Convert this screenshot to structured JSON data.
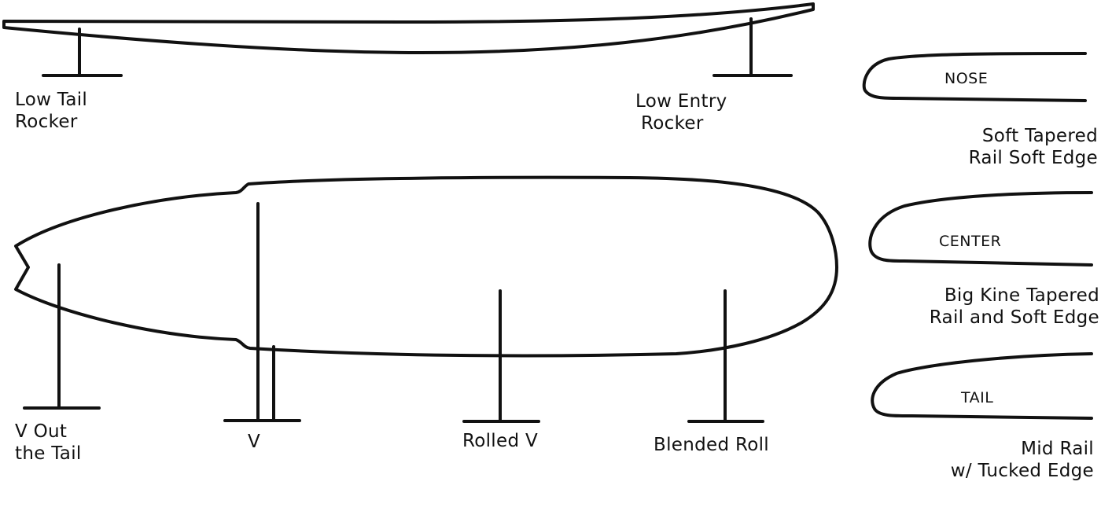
{
  "rocker": {
    "tail_label": [
      "Low Tail",
      "Rocker"
    ],
    "entry_label": [
      "Low Entry",
      "Rocker"
    ]
  },
  "bottom_contours": {
    "v_out_tail": [
      "V Out",
      "the Tail"
    ],
    "v": "V",
    "rolled_v": "Rolled V",
    "blended_roll": "Blended Roll"
  },
  "rail_profiles": {
    "nose": {
      "tag": "NOSE",
      "caption": [
        "Soft Tapered",
        "Rail Soft Edge"
      ]
    },
    "center": {
      "tag": "CENTER",
      "caption": [
        "Big Kine Tapered",
        "Rail and Soft Edge"
      ]
    },
    "tail": {
      "tag": "TAIL",
      "caption": [
        "Mid Rail",
        "w/ Tucked Edge"
      ]
    }
  },
  "colors": {
    "line": "#111111",
    "background": "#ffffff"
  }
}
